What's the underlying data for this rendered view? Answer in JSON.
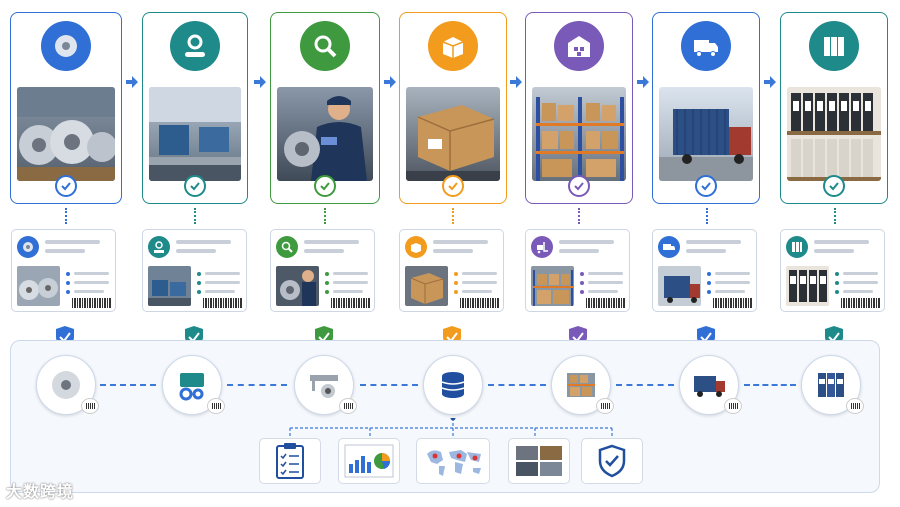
{
  "colors": {
    "blue": "#2f6fd6",
    "teal": "#1f8a8a",
    "green": "#3f9a3f",
    "orange": "#f29b1d",
    "purple": "#7a5ab8",
    "arrow": "#3b79d8"
  },
  "stages": [
    {
      "icon": "steel-coil-icon",
      "photo": "steel-coils-warehouse-photo",
      "accent": "blue"
    },
    {
      "icon": "conveyor-gear-icon",
      "photo": "production-line-photo",
      "accent": "teal"
    },
    {
      "icon": "magnifier-inspection-icon",
      "photo": "worker-inspection-photo",
      "accent": "green"
    },
    {
      "icon": "box-packing-icon",
      "photo": "cardboard-box-conveyor-photo",
      "accent": "orange"
    },
    {
      "icon": "warehouse-icon",
      "photo": "warehouse-shelves-photo",
      "accent": "purple"
    },
    {
      "icon": "truck-icon",
      "photo": "shipping-container-truck-photo",
      "accent": "blue"
    },
    {
      "icon": "binders-archive-icon",
      "photo": "archive-binders-photo",
      "accent": "teal"
    }
  ],
  "trace_nodes": [
    "steel-coil",
    "machine-gears",
    "caliper-bearing",
    "database",
    "warehouse-shelves",
    "container-truck",
    "binders"
  ],
  "tools": [
    "clipboard-checklist-icon",
    "analytics-dashboard-icon",
    "world-map-icon",
    "photo-gallery-icon",
    "security-shield-icon"
  ],
  "watermark": "大数跨境"
}
